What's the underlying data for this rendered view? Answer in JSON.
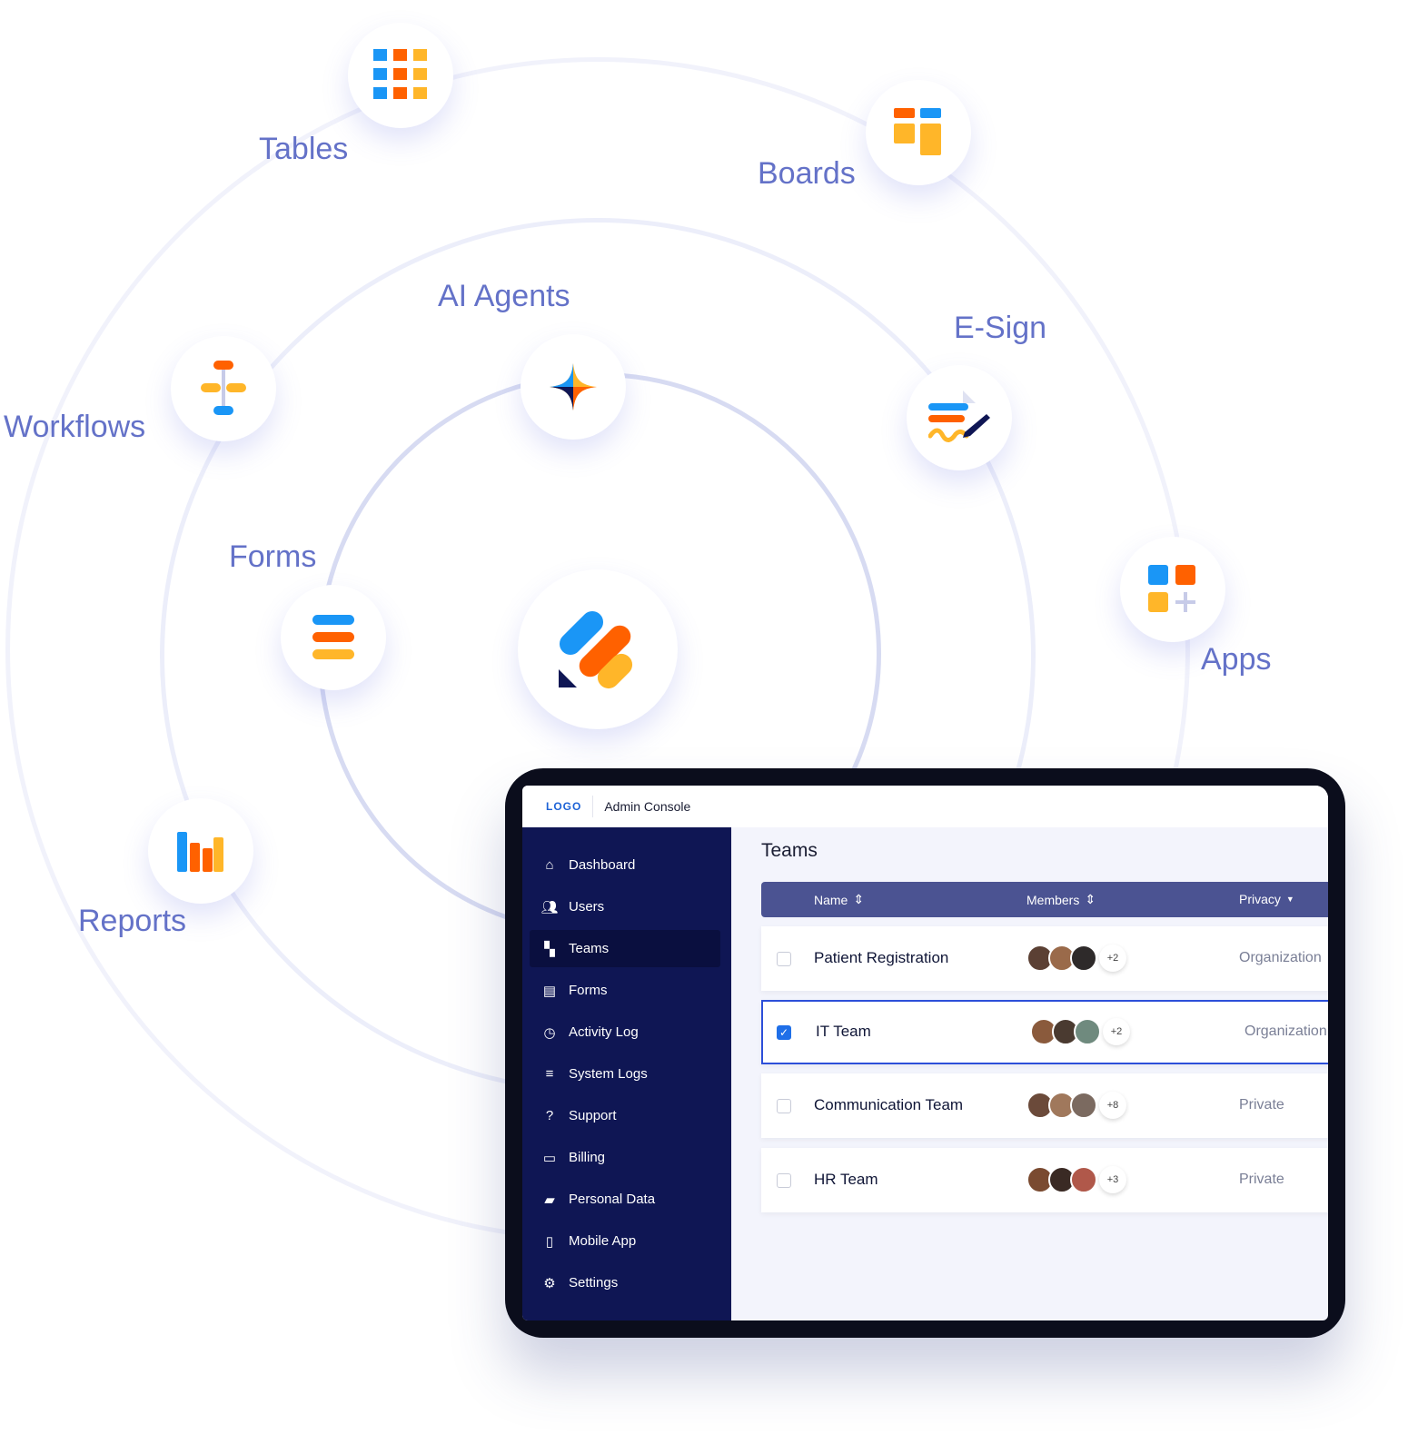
{
  "orbit_labels": {
    "tables": "Tables",
    "boards": "Boards",
    "ai_agents": "AI Agents",
    "esign": "E-Sign",
    "workflows": "Workflows",
    "forms": "Forms",
    "apps": "Apps",
    "reports": "Reports"
  },
  "colors": {
    "blue": "#1a96f6",
    "orange": "#ff6100",
    "yellow": "#ffb629",
    "navy": "#0f1654",
    "label": "#6472c8"
  },
  "console": {
    "logo": "LOGO",
    "title": "Admin Console",
    "sidebar": [
      {
        "label": "Dashboard",
        "icon": "home-icon"
      },
      {
        "label": "Users",
        "icon": "users-icon"
      },
      {
        "label": "Teams",
        "icon": "teams-icon"
      },
      {
        "label": "Forms",
        "icon": "forms-icon"
      },
      {
        "label": "Activity Log",
        "icon": "clock-icon"
      },
      {
        "label": "System Logs",
        "icon": "database-icon"
      },
      {
        "label": "Support",
        "icon": "support-icon"
      },
      {
        "label": "Billing",
        "icon": "card-icon"
      },
      {
        "label": "Personal Data",
        "icon": "folder-icon"
      },
      {
        "label": "Mobile App",
        "icon": "mobile-icon"
      },
      {
        "label": "Settings",
        "icon": "gear-icon"
      }
    ],
    "page_title": "Teams",
    "columns": {
      "name": "Name",
      "members": "Members",
      "privacy": "Privacy"
    },
    "rows": [
      {
        "name": "Patient Registration",
        "extra": "+2",
        "privacy": "Organization",
        "checked": false
      },
      {
        "name": "IT Team",
        "extra": "+2",
        "privacy": "Organization",
        "checked": true
      },
      {
        "name": "Communication Team",
        "extra": "+8",
        "privacy": "Private",
        "checked": false
      },
      {
        "name": "HR Team",
        "extra": "+3",
        "privacy": "Private",
        "checked": false
      }
    ]
  }
}
